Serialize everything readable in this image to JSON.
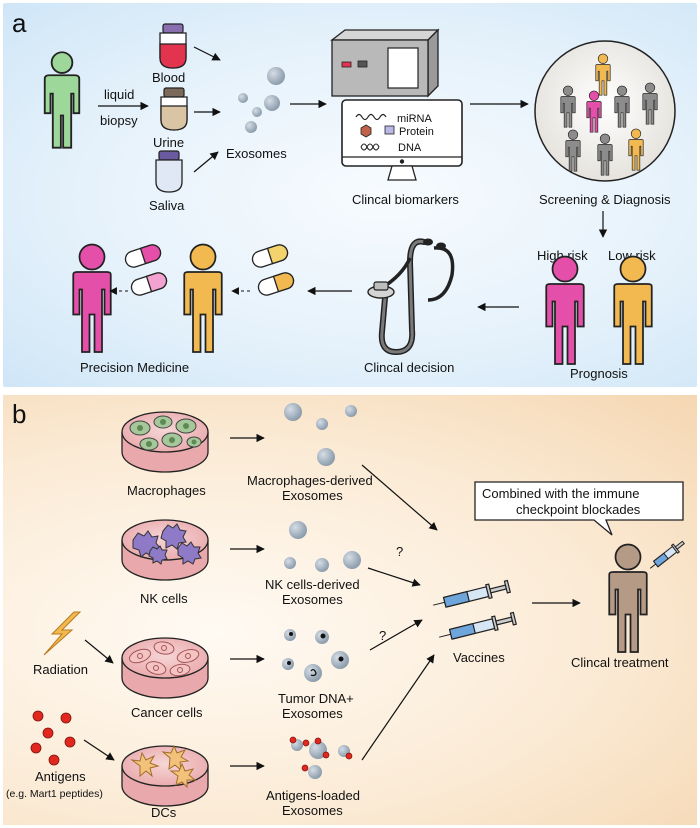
{
  "panel_a": {
    "letter": "a",
    "liquid": "liquid",
    "biopsy": "biopsy",
    "blood": "Blood",
    "urine": "Urine",
    "saliva": "Saliva",
    "exosomes": "Exosomes",
    "mirna": "miRNA",
    "protein": "Protein",
    "dna": "DNA",
    "clinical_biomarkers": "Clincal biomarkers",
    "screening": "Screening & Diagnosis",
    "high_risk": "High risk",
    "low_risk": "Low risk",
    "prognosis": "Prognosis",
    "clinical_decision": "Clincal decision",
    "precision_medicine": "Precision Medicine"
  },
  "panel_b": {
    "letter": "b",
    "macrophages": "Macrophages",
    "macrophages_exo_1": "Macrophages-derived",
    "macrophages_exo_2": "Exosomes",
    "nk_cells": "NK cells",
    "nk_exo_1": "NK cells-derived",
    "nk_exo_2": "Exosomes",
    "radiation": "Radiation",
    "cancer_cells": "Cancer cells",
    "tumor_exo_1": "Tumor DNA+",
    "tumor_exo_2": "Exosomes",
    "antigens": "Antigens",
    "antigens_example": "(e.g. Mart1 peptides)",
    "dcs": "DCs",
    "antigen_exo_1": "Antigens-loaded",
    "antigen_exo_2": "Exosomes",
    "question_1": "?",
    "question_2": "?",
    "vaccines": "Vaccines",
    "combined_1": "Combined with the immune",
    "combined_2": "checkpoint blockades",
    "clinical_treatment": "Clincal treatment"
  },
  "colors": {
    "person_green": "#9ed79a",
    "person_pink": "#e34fa9",
    "person_orange": "#f2b950",
    "person_gray": "#8c8c8c",
    "person_brown": "#b59b86",
    "exosome": "#9aa8b5",
    "blood": "#e2334f",
    "urine": "#d9c4a3",
    "saliva": "#dfe8f4",
    "panel_a_bg": "#e6f2fb",
    "panel_b_bg": "#fbebd6"
  }
}
